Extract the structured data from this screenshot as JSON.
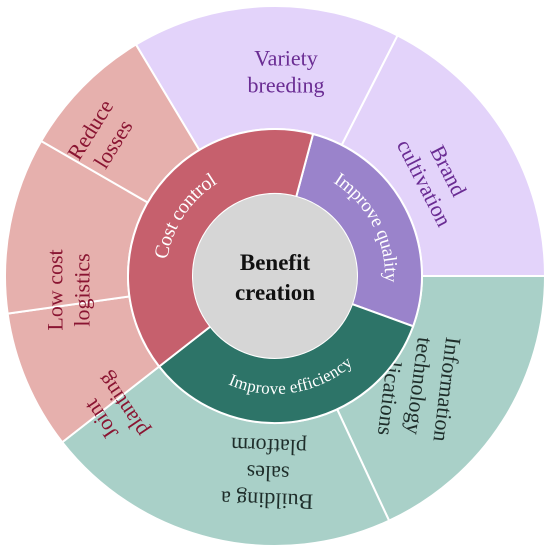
{
  "center": {
    "line1": "Benefit",
    "line2": "creation"
  },
  "categories": [
    {
      "label": "Improve quality",
      "color": "#9a83cb"
    },
    {
      "label": "Improve efficiency",
      "color": "#2d7468"
    },
    {
      "label": "Cost control",
      "color": "#c6606d"
    }
  ],
  "outer_segments": [
    {
      "lines": [
        "Variety",
        "breeding"
      ],
      "category": "Improve quality",
      "fill": "#e3d3fa",
      "text_color": "#6a2c93"
    },
    {
      "lines": [
        "Brand",
        "cultivation"
      ],
      "category": "Improve quality",
      "fill": "#e3d3fa",
      "text_color": "#6a2c93"
    },
    {
      "lines": [
        "Information",
        "technology",
        "applications"
      ],
      "category": "Improve efficiency",
      "fill": "#a9d0c8",
      "text_color": "#1e2d2a"
    },
    {
      "lines": [
        "Building a",
        "sales",
        "platform"
      ],
      "category": "Improve efficiency",
      "fill": "#a9d0c8",
      "text_color": "#1e2d2a"
    },
    {
      "lines": [
        "Joint",
        "planting"
      ],
      "category": "Cost control",
      "fill": "#e6b0ad",
      "text_color": "#8a1532"
    },
    {
      "lines": [
        "Low cost",
        "logistics"
      ],
      "category": "Cost control",
      "fill": "#e6b0ad",
      "text_color": "#8a1532"
    },
    {
      "lines": [
        "Reduce",
        "losses"
      ],
      "category": "Cost control",
      "fill": "#e6b0ad",
      "text_color": "#8a1532"
    }
  ],
  "colors": {
    "center_fill": "#d6d6d6",
    "divider": "#ffffff"
  }
}
